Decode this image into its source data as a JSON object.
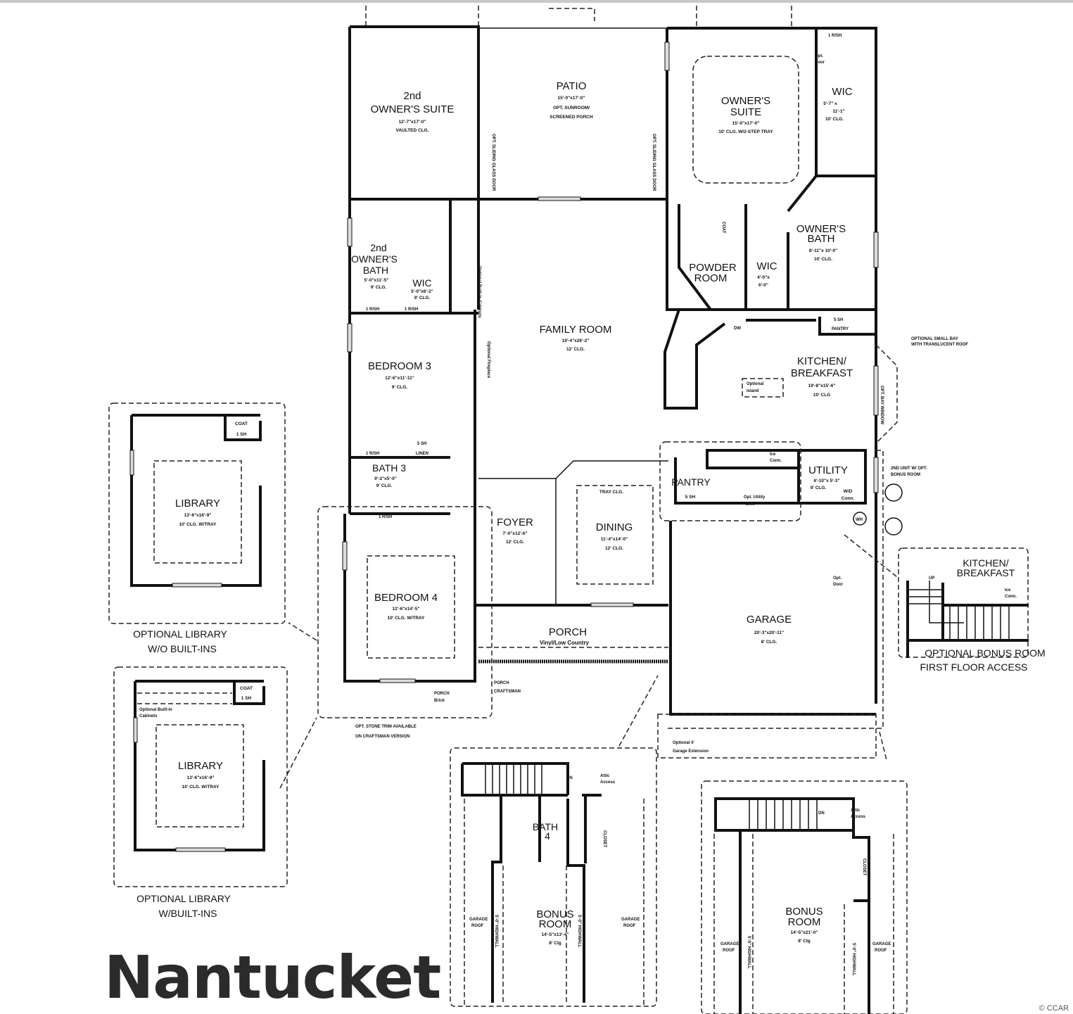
{
  "plan_name": "Nantucket",
  "copyright": "© CCAR",
  "rooms": {
    "second_owner_suite": {
      "l1": "2nd",
      "l2": "OWNER'S SUITE",
      "dims": "12'-7\"x17'-0\"",
      "clg": "VAULTED CLG."
    },
    "patio": {
      "name": "PATIO",
      "dims": "15'-0\"x17'-0\"",
      "n1": "OPT. SUNROOM/",
      "n2": "SCREENED PORCH"
    },
    "owner_suite": {
      "l1": "OWNER'S",
      "l2": "SUITE",
      "dims": "15'-0\"x17'-0\"",
      "clg": "10' CLG. W/2-STEP TRAY"
    },
    "owner_wic": {
      "name": "WIC",
      "d1": "5'-7\" x",
      "d2": "11'-1\"",
      "clg": "10' CLG."
    },
    "second_owner_bath": {
      "l1": "2nd",
      "l2": "OWNER'S",
      "l3": "BATH",
      "dims": "5'-0\"x11'-5\"",
      "clg": "9' CLG."
    },
    "second_wic": {
      "name": "WIC",
      "dims": "5'-0\"x6'-2\"",
      "clg": "9' CLG."
    },
    "family_room": {
      "name": "FAMILY ROOM",
      "dims": "19'-4\"x26'-2\"",
      "clg": "12' CLG."
    },
    "bedroom3": {
      "name": "BEDROOM 3",
      "dims": "12'-6\"x11'-11\"",
      "clg": "9' CLG."
    },
    "owner_bath": {
      "l1": "OWNER'S",
      "l2": "BATH",
      "dims": "8'-11\"x 10'-0\"",
      "clg": "10' CLG."
    },
    "powder_room": {
      "l1": "POWDER",
      "l2": "ROOM"
    },
    "wic3": {
      "name": "WIC",
      "d1": "4'-0\"x",
      "d2": "6'-0\""
    },
    "kitchen": {
      "l1": "KITCHEN/",
      "l2": "BREAKFAST",
      "dims": "19'-8\"x15'-6\"",
      "clg": "10' CLG",
      "island1": "Optional",
      "island2": "Island"
    },
    "bath3": {
      "name": "BATH 3",
      "dims": "9'-2\"x5'-0\"",
      "clg": "9' CLG."
    },
    "pantry": {
      "name": "PANTRY",
      "sh": "5 SH"
    },
    "utility": {
      "name": "UTILITY",
      "dims": "6'-10\"x 5'-3\"",
      "clg": "9' CLG.",
      "wd1": "W/D",
      "wd2": "Conn."
    },
    "foyer": {
      "name": "FOYER",
      "dims": "7'-0\"x12'-6\"",
      "clg": "12' CLG."
    },
    "dining": {
      "name": "DINING",
      "dims": "11'-4\"x14'-0\"",
      "clg": "12' CLG.",
      "tray": "TRAY CLG."
    },
    "bedroom4": {
      "name": "BEDROOM 4",
      "dims": "12'-6\"x14'-5\"",
      "clg": "10' CLG. W/TRAY"
    },
    "porch": {
      "name": "PORCH",
      "sub": "Vinyl/Low Country"
    },
    "garage": {
      "name": "GARAGE",
      "dims": "20'-3\"x20'-11\"",
      "clg": "8' CLG."
    },
    "library1": {
      "name": "LIBRARY",
      "dims": "13'-6\"x16'-9\"",
      "clg": "10' CLG. W/TRAY",
      "coat": "COAT",
      "sh": "1 SH"
    },
    "library2": {
      "name": "LIBRARY",
      "dims": "13'-6\"x16'-9\"",
      "clg": "10' CLG. W/TRAY",
      "coat": "COAT",
      "sh": "1 SH",
      "cab1": "Optional Built-in",
      "cab2": "Cabinets"
    },
    "bonus1": {
      "l1": "BONUS",
      "l2": "ROOM",
      "dims": "14'-5\"x13'-4\"",
      "clg": "8' Clg",
      "bath1": "BATH",
      "bath2": "4",
      "closet": "CLOSET",
      "dn": "DN",
      "attic1": "Attic",
      "attic2": "Access",
      "roof1": "GARAGE",
      "roof2": "ROOF",
      "hw": "5'-0\" HIGHWALL"
    },
    "bonus2": {
      "l1": "BONUS",
      "l2": "ROOM",
      "dims": "14'-5\"x21'-0\"",
      "clg": "8' Clg",
      "closet": "CLOSET",
      "dn": "DN",
      "attic1": "Attic",
      "attic2": "Access",
      "roof1": "GARAGE",
      "roof2": "ROOF",
      "hw": "5'-0\" HIGHWALL"
    },
    "inset": {
      "l1": "KITCHEN/",
      "l2": "BREAKFAST",
      "up": "UP",
      "ice1": "Ice",
      "ice2": "Conn."
    }
  },
  "captions": {
    "lib1_a": "OPTIONAL LIBRARY",
    "lib1_b": "W/O BUILT-INS",
    "lib2_a": "OPTIONAL LIBRARY",
    "lib2_b": "W/BUILT-INS",
    "bonus_a": "OPTIONAL BONUS ROOM",
    "bonus_b": "FIRST FLOOR ACCESS"
  },
  "notes": {
    "bay1": "OPTIONAL SMALL BAY",
    "bay2": "WITH TRANSLUCENT ROOF",
    "unit1": "2ND UNIT W/ OPT.",
    "unit2": "BONUS ROOM",
    "stone1": "OPT. STONE TRIM AVAILABLE",
    "stone2": "ON CRAFTSMAN VERSION",
    "brick1": "PORCH",
    "brick2": "Brick",
    "craft1": "PORCH",
    "craft2": "CRAFTSMAN",
    "ext1": "Optional 4'",
    "ext2": "Garage Extension",
    "optdoor1": "Opt.",
    "optdoor2": "Door",
    "sliding": "OPT. SLIDING GLASS DOOR",
    "cabinets": "Optional Built-in Cabinets",
    "fireplace": "Optional Fireplace",
    "baywin": "OPT. BAY WINDOW",
    "rsh": "1 R/SH",
    "sh5": "5 SH",
    "linen": "LINEN",
    "coat": "COAT",
    "dw": "DW",
    "pantry": "PANTRY",
    "ice1": "Ice",
    "ice2": "Conn.",
    "sink1": "Opt. Utility",
    "sink2": "Sink",
    "wh": "WH"
  }
}
